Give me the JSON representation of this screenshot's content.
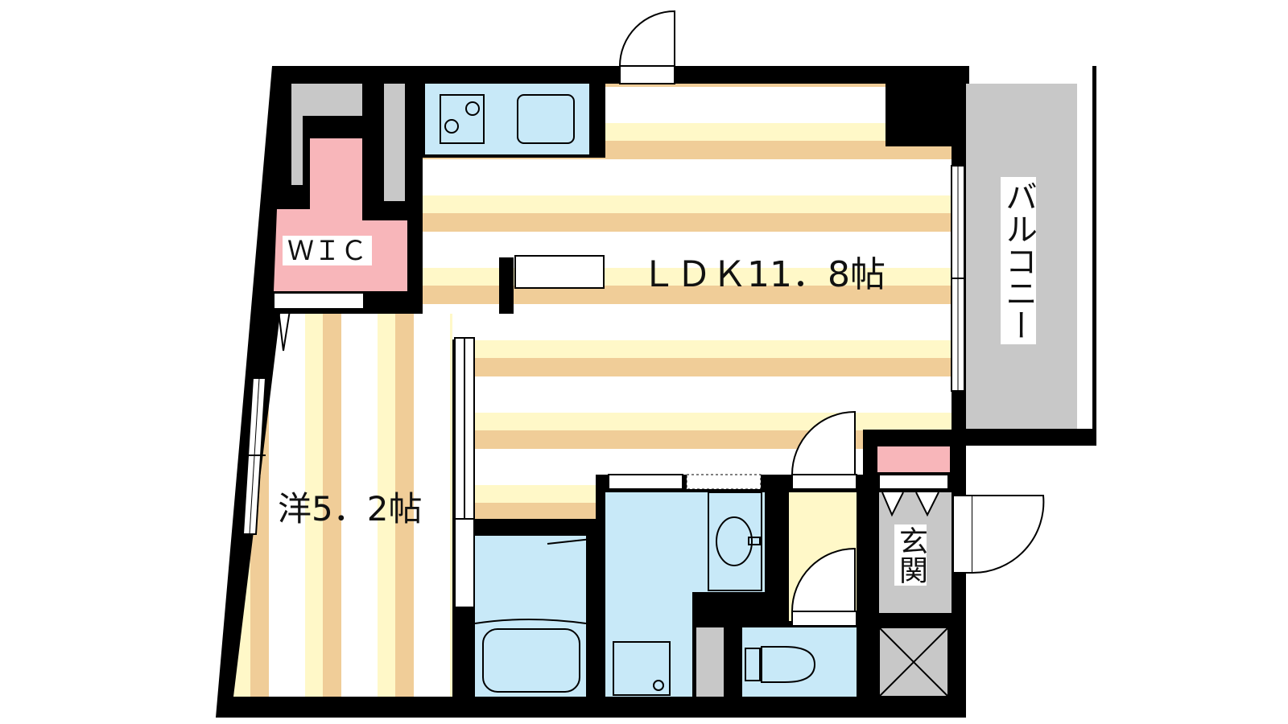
{
  "rooms": {
    "ldk": {
      "label": "ＬＤＫ11．8帖"
    },
    "western": {
      "label": "洋5．2帖"
    },
    "wic": {
      "label": "ＷＩＣ"
    },
    "balcony": {
      "label": "バルコニー"
    },
    "entrance": {
      "label": "玄関"
    }
  },
  "colors": {
    "wall": "#000000",
    "floor_stripe_light": "#FFF8C8",
    "floor_stripe_dark": "#F0CD98",
    "wet_area": "#C8E9F8",
    "storage": "#C8C8C8",
    "closet": "#F8B6BA",
    "entrance_hall": "#FFF8C8"
  },
  "fixtures": [
    "stove-icon",
    "sink-icon",
    "bathtub-icon",
    "washbasin-icon",
    "toilet-icon",
    "washing-machine-icon",
    "shoe-box-icon",
    "door-swing-icon",
    "window-icon",
    "pipe-shaft-icon"
  ]
}
